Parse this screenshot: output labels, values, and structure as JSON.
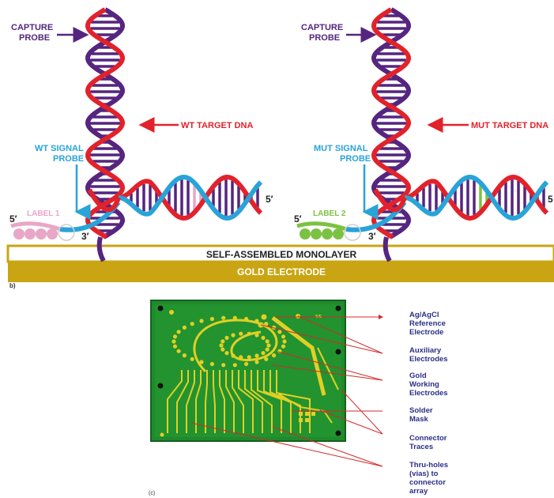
{
  "top_panel": {
    "left": {
      "capture_probe": [
        "CAPTURE",
        "PROBE"
      ],
      "target_dna": "WT TARGET DNA",
      "signal_probe": [
        "WT SIGNAL",
        "PROBE"
      ],
      "label": "LABEL 1",
      "five_prime_left": "5′",
      "five_prime_right": "5′",
      "three_prime": "3′"
    },
    "right": {
      "capture_probe": [
        "CAPTURE",
        "PROBE"
      ],
      "target_dna": "MUT TARGET DNA",
      "signal_probe": [
        "MUT SIGNAL",
        "PROBE"
      ],
      "label": "LABEL 2",
      "five_prime_left": "5′",
      "five_prime_right": "5",
      "three_prime": "3′"
    },
    "monolayer": "SELF-ASSEMBLED MONOLAYER",
    "electrode": "GOLD ELECTRODE",
    "panel_letter": "b)"
  },
  "bottom_panel": {
    "panel_letter": "(c)",
    "labels": [
      [
        "Ag/AgCl",
        "Reference",
        "Electrode"
      ],
      [
        "Auxiliary",
        "Electrodes"
      ],
      [
        "Gold",
        "Working",
        "Electrodes"
      ],
      [
        "Solder",
        "Mask"
      ],
      [
        "Connector",
        "Traces"
      ],
      [
        "Thru-holes",
        "(vias) to",
        "connector",
        "array"
      ]
    ],
    "pcb_marking": "S/E"
  },
  "colors": {
    "strand_purple": "#55257f",
    "strand_red": "#e2222b",
    "probe_blue": "#2aa3d8",
    "label1_pink": "#e9a6c6",
    "label2_green": "#7cc242",
    "gold": "#c9a513",
    "pcb_green": "#1f8a2c",
    "trace_gold": "#e2cf25",
    "annotation_blue": "#2b2f86",
    "arrow_red": "#d42a2a"
  }
}
